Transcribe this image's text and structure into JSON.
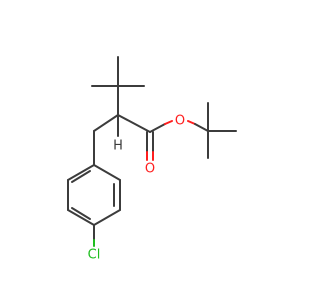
{
  "molecule": {
    "atom_labels": {
      "ester_o": "O",
      "carbonyl_o": "O",
      "alpha_h": "H",
      "chlorine": "Cl"
    },
    "colors": {
      "bond": "#3c3c3c",
      "oxygen": "#ff1e1e",
      "chlorine": "#1fbe1f",
      "hydrogen": "#3c3c3c",
      "background": "#ffffff"
    }
  }
}
